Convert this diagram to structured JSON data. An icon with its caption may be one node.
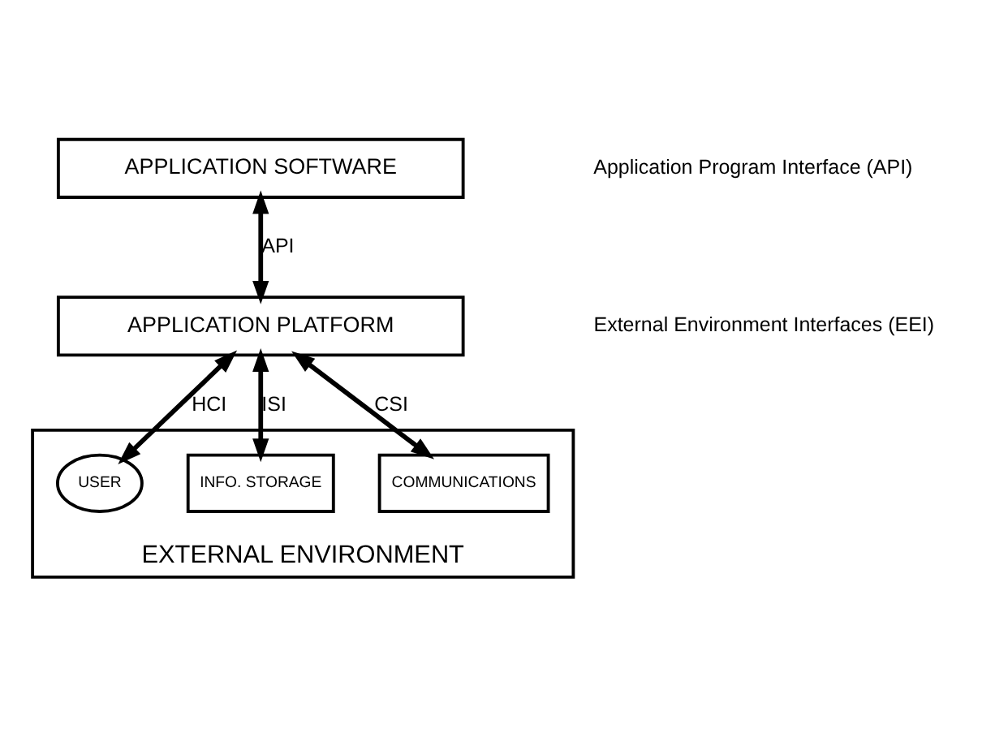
{
  "diagram": {
    "nodes": [
      {
        "text": [
          "APPLICATION SOFTWARE"
        ]
      },
      {
        "text": [
          "APPLICATION PLATFORM"
        ]
      },
      {
        "text": [
          "EXTERNAL ENVIRONMENT"
        ]
      },
      {
        "text": [
          "USER"
        ],
        "in": 2
      },
      {
        "text": [
          "INFO. STORAGE"
        ],
        "in": 2
      },
      {
        "text": [
          "COMMUNICATIONS"
        ],
        "in": 2
      }
    ],
    "edges": [
      {
        "from": 0,
        "to": 1,
        "arrow": "both",
        "label": "API"
      },
      {
        "from": 1,
        "to": 3,
        "arrow": "both",
        "label": "HCI"
      },
      {
        "from": 1,
        "to": 4,
        "arrow": "both",
        "label": "ISI"
      },
      {
        "from": 1,
        "to": 5,
        "arrow": "both",
        "label": "CSI"
      }
    ],
    "labels": [
      "Application Program Interface (API)",
      "External Environment Interfaces (EEI)"
    ]
  }
}
